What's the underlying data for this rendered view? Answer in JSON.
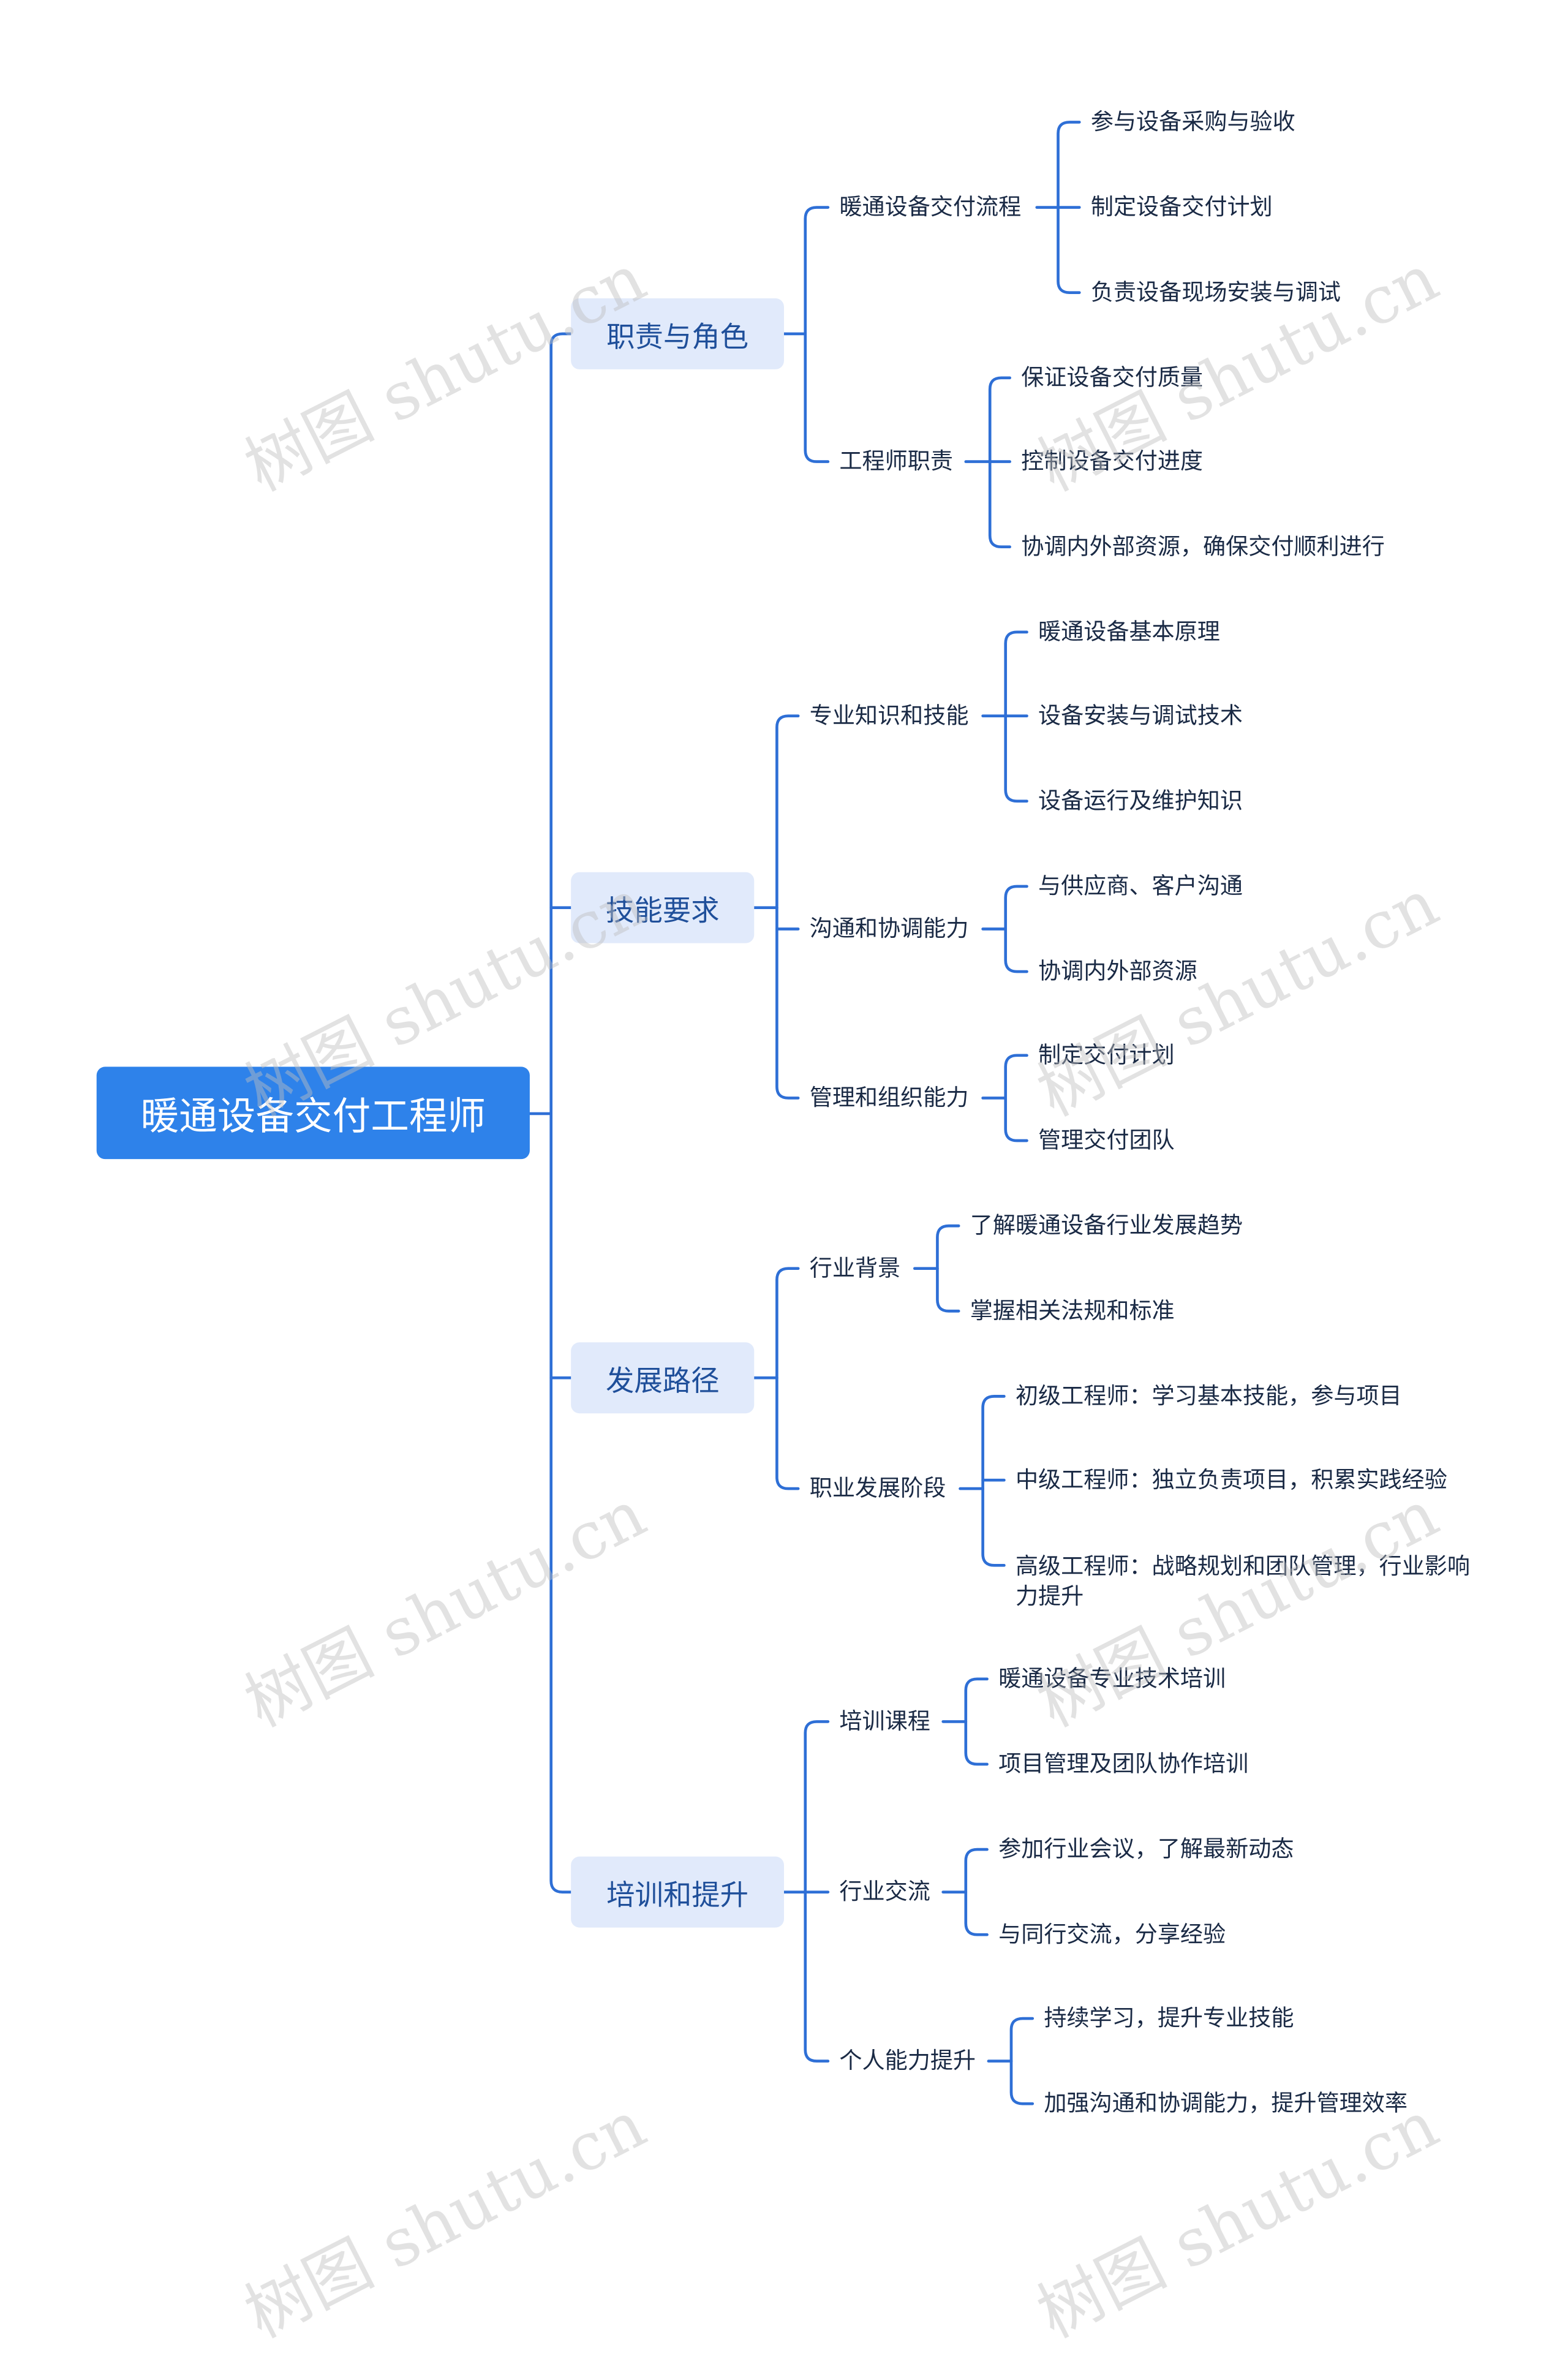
{
  "root": {
    "label": "暖通设备交付工程师"
  },
  "branches": [
    {
      "label": "职责与角色",
      "children": [
        {
          "label": "暖通设备交付流程",
          "items": [
            "参与设备采购与验收",
            "制定设备交付计划",
            "负责设备现场安装与调试"
          ]
        },
        {
          "label": "工程师职责",
          "items": [
            "保证设备交付质量",
            "控制设备交付进度",
            "协调内外部资源，确保交付顺利进行"
          ]
        }
      ]
    },
    {
      "label": "技能要求",
      "children": [
        {
          "label": "专业知识和技能",
          "items": [
            "暖通设备基本原理",
            "设备安装与调试技术",
            "设备运行及维护知识"
          ]
        },
        {
          "label": "沟通和协调能力",
          "items": [
            "与供应商、客户沟通",
            "协调内外部资源"
          ]
        },
        {
          "label": "管理和组织能力",
          "items": [
            "制定交付计划",
            "管理交付团队"
          ]
        }
      ]
    },
    {
      "label": "发展路径",
      "children": [
        {
          "label": "行业背景",
          "items": [
            "了解暖通设备行业发展趋势",
            "掌握相关法规和标准"
          ]
        },
        {
          "label": "职业发展阶段",
          "items": [
            "初级工程师：学习基本技能，参与项目",
            "中级工程师：独立负责项目，积累实践经验",
            "高级工程师：战略规划和团队管理，行业影响力提升"
          ]
        }
      ]
    },
    {
      "label": "培训和提升",
      "children": [
        {
          "label": "培训课程",
          "items": [
            "暖通设备专业技术培训",
            "项目管理及团队协作培训"
          ]
        },
        {
          "label": "行业交流",
          "items": [
            "参加行业会议，了解最新动态",
            "与同行交流，分享经验"
          ]
        },
        {
          "label": "个人能力提升",
          "items": [
            "持续学习，提升专业技能",
            "加强沟通和协调能力，提升管理效率"
          ]
        }
      ]
    }
  ],
  "watermark": "树图 shutu.cn",
  "colors": {
    "accent": "#2e82ea",
    "branch_bg": "#e1eafb",
    "line": "#2e6fd6"
  }
}
